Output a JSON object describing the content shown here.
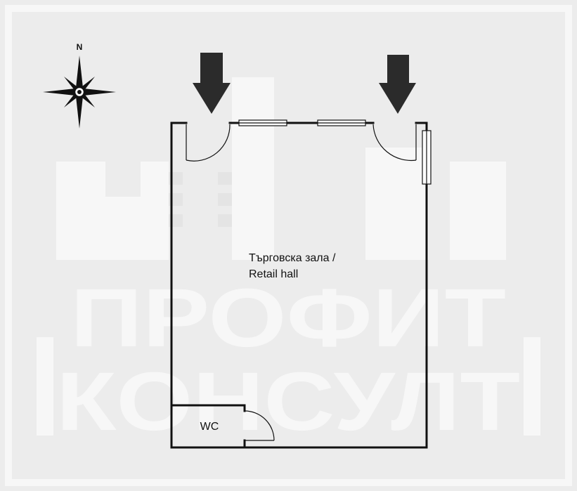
{
  "compass": {
    "north_label": "N"
  },
  "watermark": {
    "line1": "ПРОФИТ",
    "line2": "КОНСУЛТ"
  },
  "rooms": {
    "retail_hall": {
      "label_line1": "Търговска зала /",
      "label_line2": "Retail hall"
    },
    "wc": {
      "label": "WC"
    }
  },
  "entrances": {
    "count": 2,
    "arrow_icon": "down-arrow-icon"
  },
  "colors": {
    "background": "#ececec",
    "frame": "#f7f7f7",
    "watermark_fill": "#f7f7f7",
    "wall": "#111111",
    "window": "#ffffff"
  }
}
